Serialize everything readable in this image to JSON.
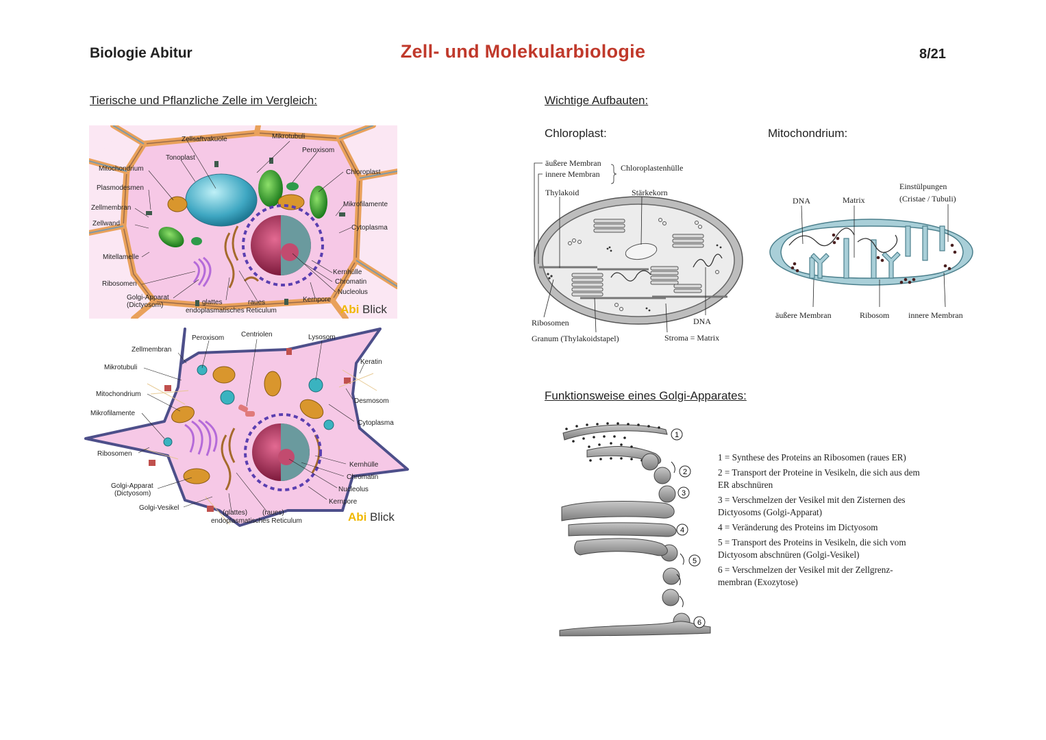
{
  "header": {
    "left": "Biologie Abitur",
    "title": "Zell- und Molekularbiologie",
    "page": "8/21"
  },
  "sections": {
    "cells": "Tierische und Pflanzliche Zelle im Vergleich:",
    "structures": "Wichtige Aufbauten:",
    "chloroplast": "Chloroplast:",
    "mitochondrium": "Mitochondrium:",
    "golgi": "Funktionsweise eines Golgi-Apparates:"
  },
  "brand": {
    "abi": "Abi",
    "blick": "Blick"
  },
  "plant_cell": {
    "labels": {
      "zellsaftvakuole": "Zellsaftvakuole",
      "mikrotubuli": "Mikrotubuli",
      "peroxisom": "Peroxisom",
      "tonoplast": "Tonoplast",
      "chloroplast": "Chloroplast",
      "mitochondrium": "Mitochondrium",
      "plasmodesmen": "Plasmodesmen",
      "mikrofilamente": "Mikrofilamente",
      "zellmembran": "Zellmembran",
      "zellwand": "Zellwand",
      "cytoplasma": "Cytoplasma",
      "mitellamelle": "Mitellamelle",
      "kernhuelle": "Kernhülle",
      "chromatin": "Chromatin",
      "ribosomen": "Ribosomen",
      "nucleolus": "Nucleolus",
      "golgi1": "Golgi-Apparat",
      "golgi2": "(Dictyosom)",
      "glattes": "glattes",
      "raues": "raues",
      "er": "endoplasmatisches Reticulum",
      "kernpore": "Kernpore"
    }
  },
  "animal_cell": {
    "labels": {
      "peroxisom": "Peroxisom",
      "centriolen": "Centriolen",
      "lysosom": "Lysosom",
      "zellmembran": "Zellmembran",
      "keratin": "Keratin",
      "mikrotubuli": "Mikrotubuli",
      "mitochondrium": "Mitochondrium",
      "desmosom": "Desmosom",
      "mikrofilamente": "Mikrofilamente",
      "cytoplasma": "Cytoplasma",
      "ribosomen": "Ribosomen",
      "kernhuelle": "Kernhülle",
      "chromatin": "Chromatin",
      "golgi1": "Golgi-Apparat",
      "golgi2": "(Dictyosom)",
      "nucleolus": "Nucleolus",
      "kernpore": "Kernpore",
      "golgi_vesikel": "Golgi-Vesikel",
      "glattes": "(glattes)",
      "raues": "(raues)",
      "er": "endoplasmatisches Reticulum"
    }
  },
  "chloroplast": {
    "labels": {
      "aeussere": "äußere Membran",
      "innere": "innere Membran",
      "huelle": "Chloroplastenhülle",
      "thylakoid": "Thylakoid",
      "staerkekorn": "Stärkekorn",
      "ribosomen": "Ribosomen",
      "dna": "DNA",
      "granum": "Granum (Thylakoidstapel)",
      "stroma": "Stroma = Matrix"
    }
  },
  "mito": {
    "labels": {
      "einst1": "Einstülpungen",
      "einst2": "(Cristae / Tubuli)",
      "dna": "DNA",
      "matrix": "Matrix",
      "aeussere": "äußere Membran",
      "ribosom": "Ribosom",
      "innere": "innere Membran"
    }
  },
  "golgi": {
    "numbers": [
      "1",
      "2",
      "3",
      "4",
      "5",
      "6"
    ],
    "steps": [
      {
        "n": "1 =",
        "text": "Synthese des Proteins an Ribosomen (raues ER)"
      },
      {
        "n": "2 =",
        "text": "Transport der Proteine in Vesikeln, die sich aus dem ER abschnüren"
      },
      {
        "n": "3 =",
        "text": "Verschmelzen der Vesikel mit den Zisternen des Dictyosoms (Golgi-Apparat)"
      },
      {
        "n": "4 =",
        "text": "Veränderung des Proteins im Dictyosom"
      },
      {
        "n": "5 =",
        "text": "Transport des Proteins in Vesikeln, die sich vom Dictyosom abschnüren (Golgi-Vesikel)"
      },
      {
        "n": "6 =",
        "text": "Verschmelzen der Vesikel mit der Zellgrenz-membran (Exozytose)"
      }
    ]
  },
  "colors": {
    "title": "#c0392b",
    "cytoplasm": "#f8d3ec",
    "wall": "#e9a15b",
    "vacuole": "#4fb3c9",
    "chloroplast": "#3aa53a",
    "mito": "#d9962d",
    "nucleus": "#b4345a",
    "membrane_animal": "#4d4f8a",
    "brand": "#f0b800"
  }
}
